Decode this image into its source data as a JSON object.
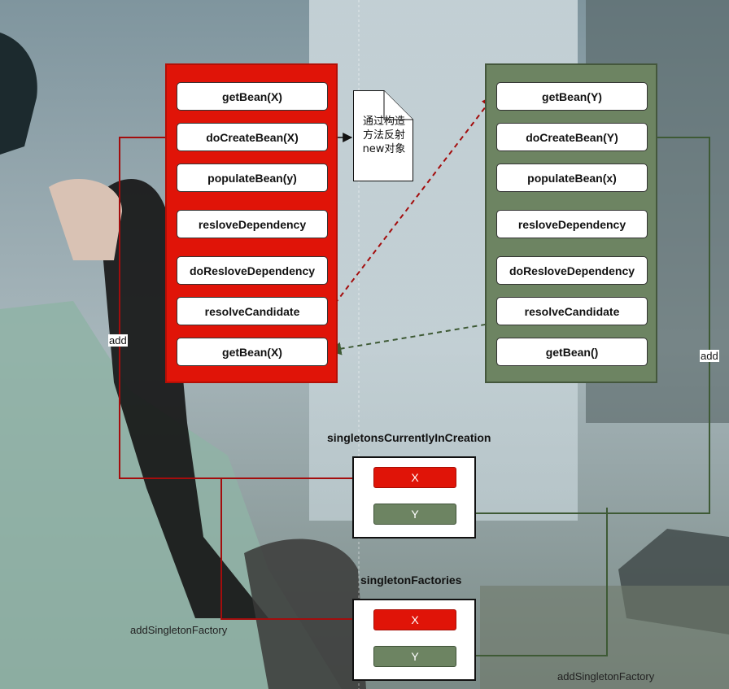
{
  "panel_x": {
    "color": "#e01408",
    "steps": [
      "getBean(X)",
      "doCreateBean(X)",
      "populateBean(y)",
      "resloveDependency",
      "doResloveDependency",
      "resolveCandidate",
      "getBean(X)"
    ]
  },
  "panel_y": {
    "color": "#6d8462",
    "steps": [
      "getBean(Y)",
      "doCreateBean(Y)",
      "populateBean(x)",
      "resloveDependency",
      "doResloveDependency",
      "resolveCandidate",
      "getBean()"
    ]
  },
  "note": {
    "lines": [
      "通过构造",
      "方法反射",
      "new对象"
    ]
  },
  "singletons_in_creation": {
    "title": "singletonsCurrentlyInCreation",
    "x_label": "X",
    "y_label": "Y"
  },
  "singleton_factories": {
    "title": "singletonFactories",
    "x_label": "X",
    "y_label": "Y"
  },
  "labels": {
    "add_left": "add",
    "add_right": "add",
    "add_factory_left": "addSingletonFactory",
    "add_factory_right": "addSingletonFactory"
  }
}
